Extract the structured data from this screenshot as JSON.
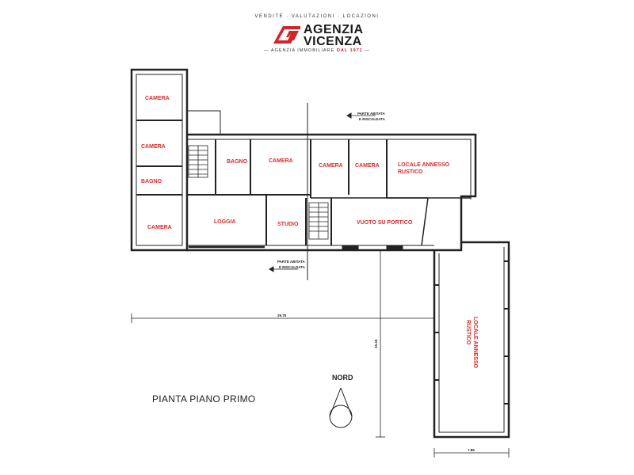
{
  "logo": {
    "tagline": "VENDITE · VALUTAZIONI · LOCAZIONI",
    "name_line1": "AGENZIA",
    "name_line2": "VICENZA",
    "subline_prefix": "AGENZIA IMMOBILIARE",
    "subline_highlight": "DAL 1971",
    "brand_color": "#d0232a"
  },
  "plan": {
    "title": "PIANTA PIANO PRIMO",
    "north_label": "NORD",
    "rooms": {
      "camera_1": "CAMERA",
      "camera_2": "CAMERA",
      "bagno_1": "BAGNO",
      "camera_3": "CAMERA",
      "bagno_2": "BAGNO",
      "camera_4": "CAMERA",
      "camera_5": "CAMERA",
      "camera_6": "CAMERA",
      "loggia": "LOGGIA",
      "studio": "STUDIO",
      "vuoto": "VUOTO SU PORTICO",
      "annesso_top_1": "LOCALE ANNESSO",
      "annesso_top_2": "RUSTICO",
      "annesso_side_1": "LOCALE ANNESSO",
      "annesso_side_2": "RUSTICO"
    },
    "notes": {
      "top_1": "PARTE ABITATA",
      "top_2": "E RISCALDATA",
      "bottom_1": "PARTE ABITATA",
      "bottom_2": "E RISCALDATA"
    },
    "dimensions": {
      "horizontal": "29.75",
      "vertical": "15.45",
      "bottom": "7.89"
    },
    "text_color": "#d92b2b"
  }
}
